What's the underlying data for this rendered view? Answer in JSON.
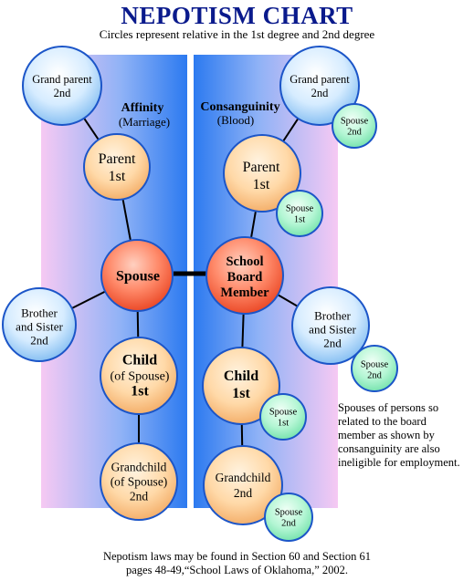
{
  "title": "NEPOTISM CHART",
  "subtitle": "Circles represent relative in the 1st degree and 2nd degree",
  "columns": {
    "affinity": {
      "heading": "Affinity",
      "sub": "(Marriage)"
    },
    "consanguinity": {
      "heading": "Consanguinity",
      "sub": "(Blood)"
    }
  },
  "nodes": {
    "aff_grandparent": [
      "Grand parent",
      "2nd"
    ],
    "aff_parent": [
      "Parent",
      "1st"
    ],
    "aff_spouse": [
      "Spouse"
    ],
    "aff_sibling": [
      "Brother",
      "and Sister",
      "2nd"
    ],
    "aff_child": [
      "Child",
      "(of Spouse)",
      "1st"
    ],
    "aff_grandchild": [
      "Grandchild",
      "(of Spouse)",
      "2nd"
    ],
    "con_grandparent": [
      "Grand parent",
      "2nd"
    ],
    "con_grandparent_spouse": [
      "Spouse",
      "2nd"
    ],
    "con_parent": [
      "Parent",
      "1st"
    ],
    "con_parent_spouse": [
      "Spouse",
      "1st"
    ],
    "con_member": [
      "School",
      "Board",
      "Member"
    ],
    "con_sibling": [
      "Brother",
      "and Sister",
      "2nd"
    ],
    "con_sibling_spouse": [
      "Spouse",
      "2nd"
    ],
    "con_child": [
      "Child",
      "1st"
    ],
    "con_child_spouse": [
      "Spouse",
      "1st"
    ],
    "con_grandchild": [
      "Grandchild",
      "2nd"
    ],
    "con_grandchild_spouse": [
      "Spouse",
      "2nd"
    ]
  },
  "note": "Spouses of persons so related to the board member as shown by consanguinity are also ineligible for employment.",
  "footer": {
    "line1": "Nepotism laws may be found in Section 60 and Section 61",
    "line2": "pages  48-49,“School Laws of Oklahoma,” 2002."
  },
  "colors": {
    "title": "#0a1a8c",
    "band_blue": "#2f7ff0",
    "band_pink": "#f4c8f4",
    "circle_blue_edge": "#1b55c8",
    "circle_orange_fill": "#ffd6a0",
    "circle_red_fill": "#ff6a4a",
    "circle_green_fill": "#8ff0c0"
  }
}
